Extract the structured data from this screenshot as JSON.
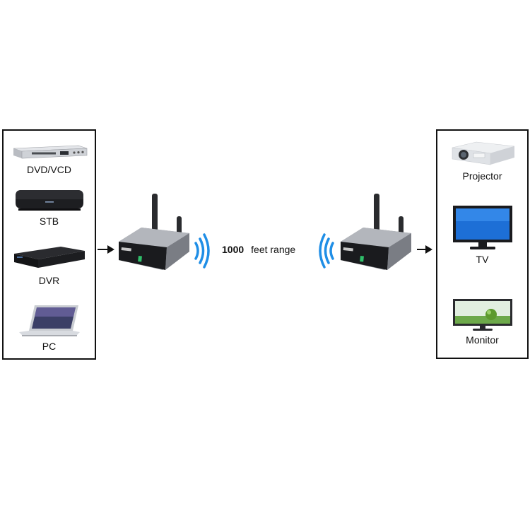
{
  "sources": {
    "items": [
      {
        "label": "DVD/VCD",
        "icon": "dvd-player-icon"
      },
      {
        "label": "STB",
        "icon": "set-top-box-icon"
      },
      {
        "label": "DVR",
        "icon": "dvr-box-icon"
      },
      {
        "label": "PC",
        "icon": "laptop-icon"
      }
    ]
  },
  "outputs": {
    "items": [
      {
        "label": "Projector",
        "icon": "projector-icon"
      },
      {
        "label": "TV",
        "icon": "tv-icon"
      },
      {
        "label": "Monitor",
        "icon": "monitor-icon"
      }
    ]
  },
  "range": {
    "value": "1000",
    "unit": "feet range"
  },
  "colors": {
    "wave": "#1f8ee6",
    "border": "#111111",
    "device_body": "#8c8f96",
    "device_front": "#1a1b1e"
  }
}
